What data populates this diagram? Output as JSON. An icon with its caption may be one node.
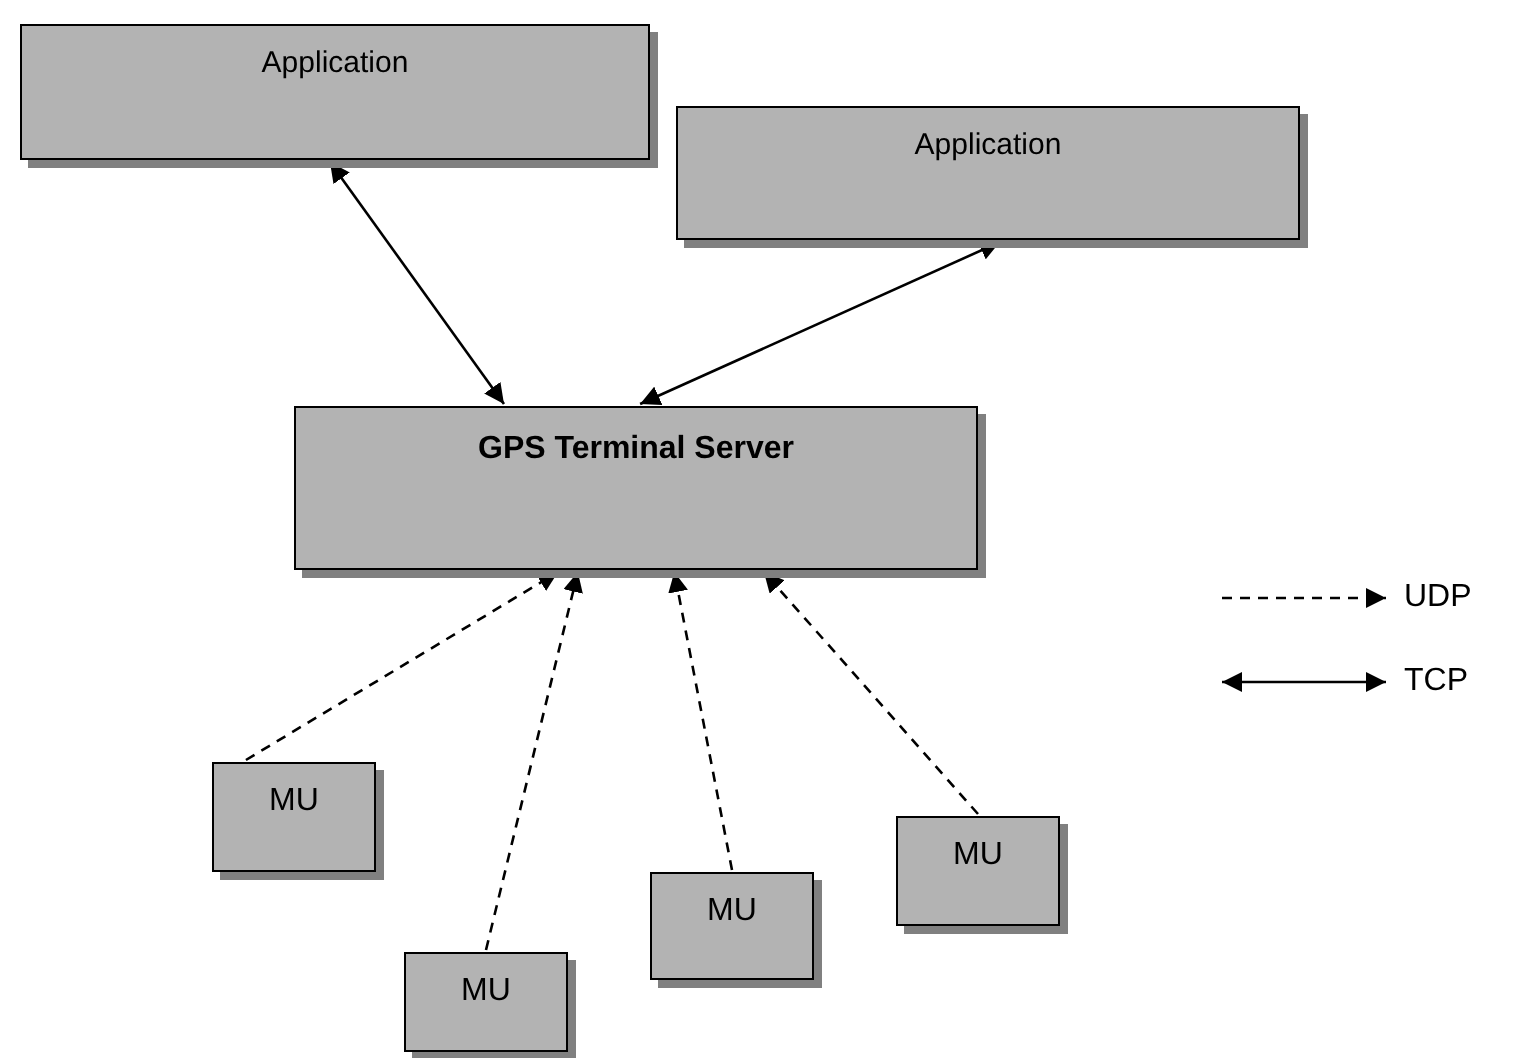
{
  "diagram": {
    "nodes": [
      {
        "text": [
          "Application"
        ]
      },
      {
        "text": [
          "Application"
        ]
      },
      {
        "text": [
          "GPS Terminal Server"
        ]
      },
      {
        "text": [
          "MU"
        ]
      },
      {
        "text": [
          "MU"
        ]
      },
      {
        "text": [
          "MU"
        ]
      },
      {
        "text": [
          "MU"
        ]
      }
    ],
    "edges": [
      {
        "from": 0,
        "to": 2,
        "arrow": "both"
      },
      {
        "from": 1,
        "to": 2,
        "arrow": "both"
      },
      {
        "from": 3,
        "to": 2,
        "arrow": "to",
        "style": "dashed"
      },
      {
        "from": 4,
        "to": 2,
        "arrow": "to",
        "style": "dashed"
      },
      {
        "from": 5,
        "to": 2,
        "arrow": "to",
        "style": "dashed"
      },
      {
        "from": 6,
        "to": 2,
        "arrow": "to",
        "style": "dashed"
      }
    ],
    "legend": [
      {
        "text": "UDP"
      },
      {
        "text": "TCP"
      }
    ]
  }
}
